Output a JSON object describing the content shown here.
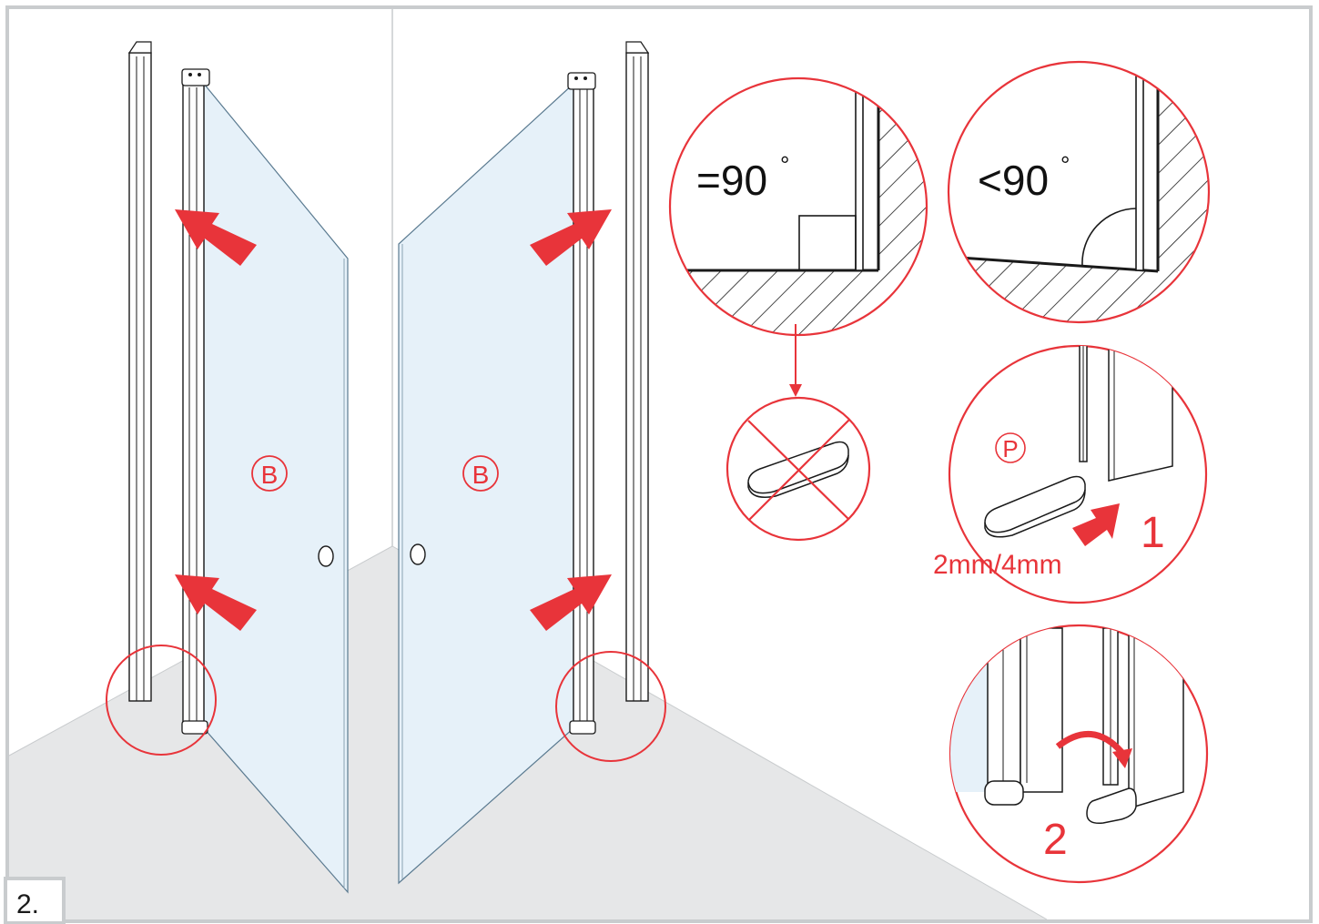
{
  "step_number": "2.",
  "panel_label_left": "B",
  "panel_label_right": "B",
  "angle_equal_label": "=90",
  "angle_less_label": "<90",
  "degree_symbol": "°",
  "part_label": "P",
  "shim_thickness": "2mm/4mm",
  "sub_step_1": "1",
  "sub_step_2": "2",
  "colors": {
    "accent_red": "#e8343a",
    "glass_fill": "#e6f1f9",
    "floor_gray": "#e6e7e8",
    "frame_gray": "#c9ccce",
    "outline": "#1a1a1a"
  }
}
